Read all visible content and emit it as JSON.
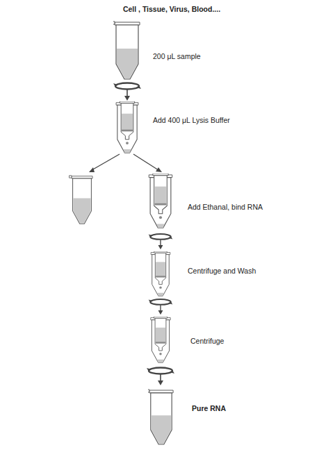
{
  "diagram": {
    "title": "Cell , Tissue, Virus, Blood....",
    "labels": [
      "200 μL sample",
      "Add 400 μL Lysis Buffer",
      "Add Ethanal, bind RNA",
      "Centrifuge and Wash",
      "Centrifuge",
      "Pure RNA"
    ]
  }
}
